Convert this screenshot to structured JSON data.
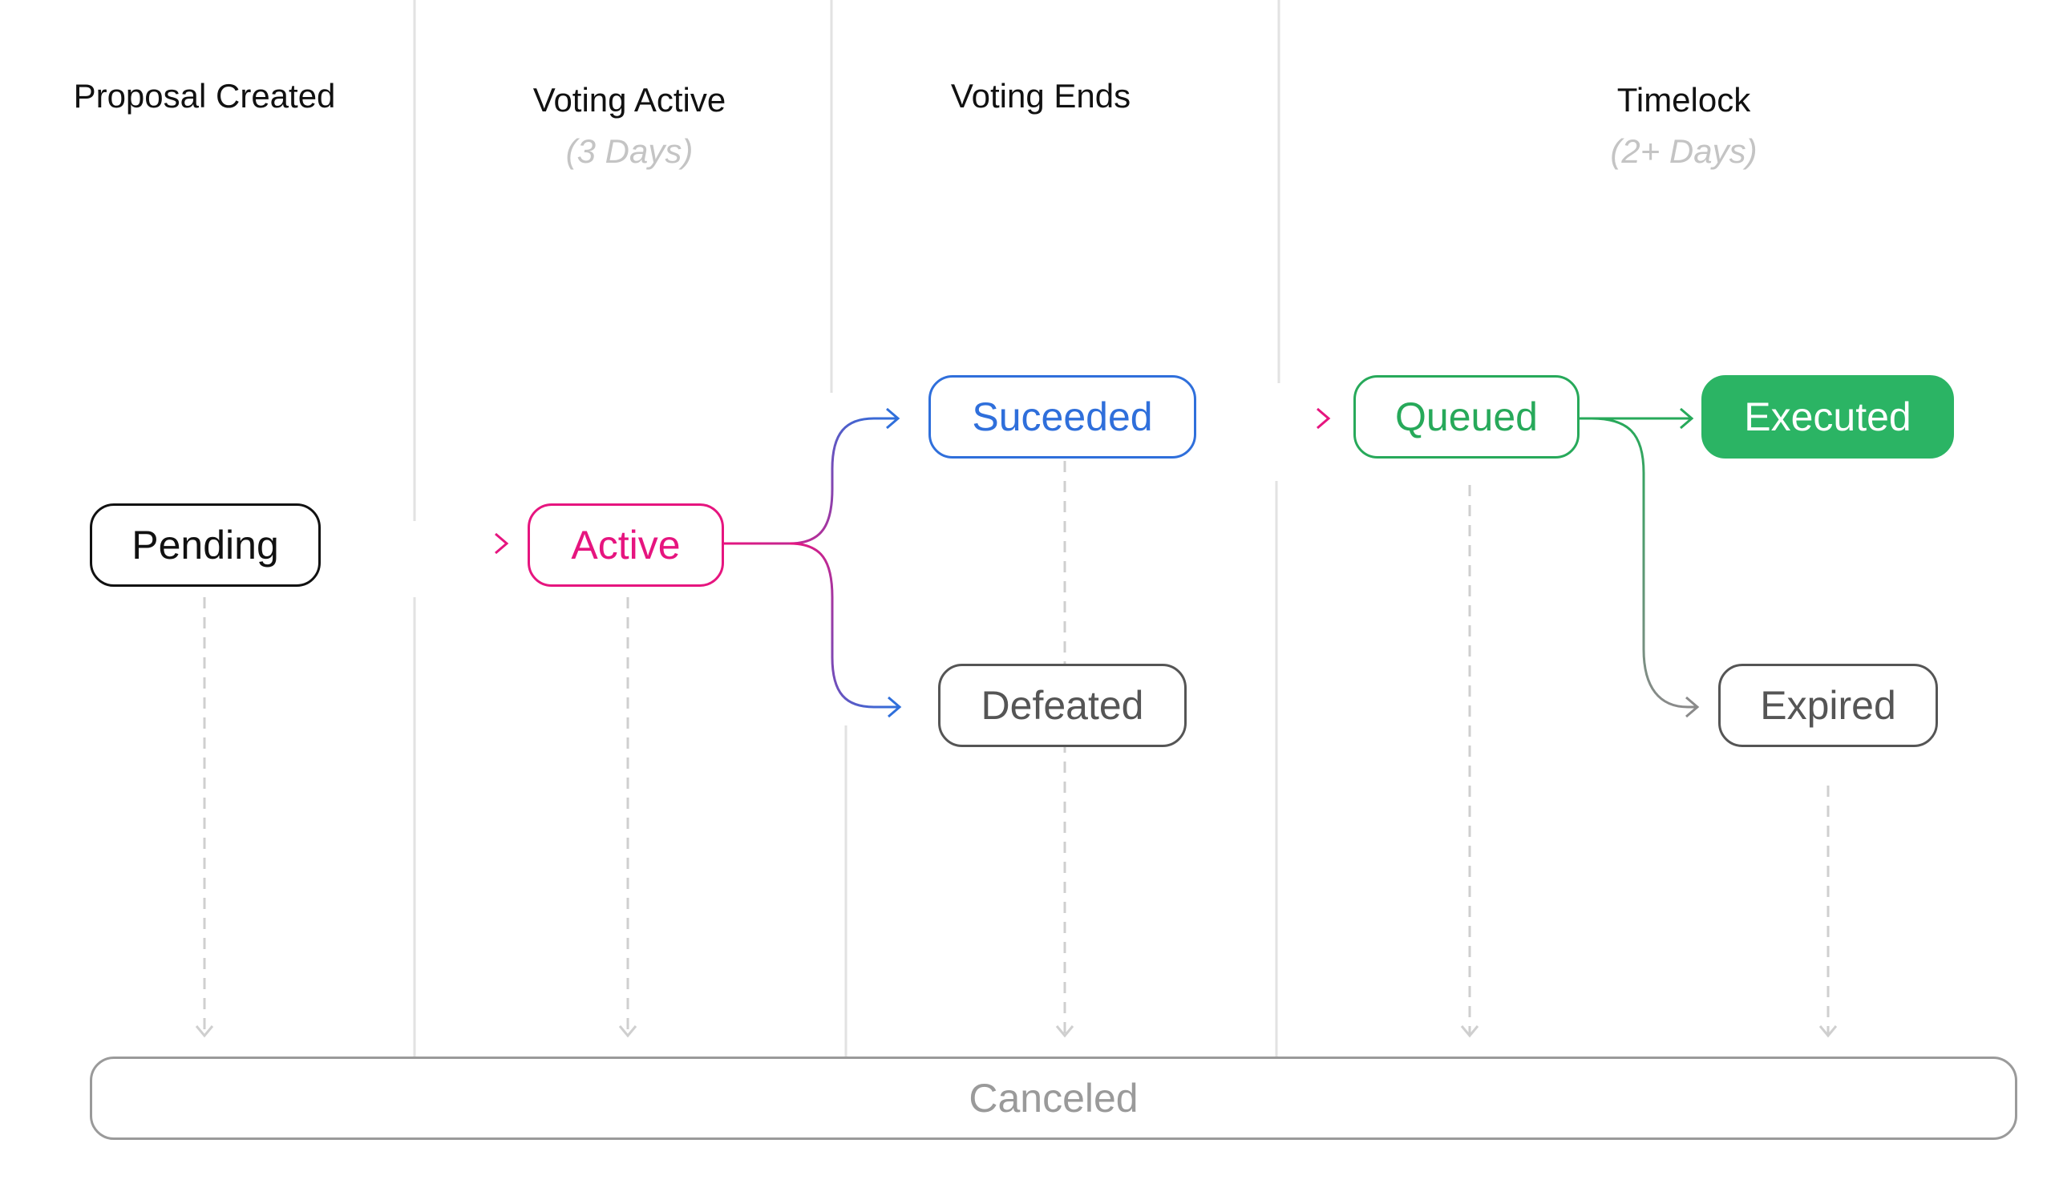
{
  "phases": [
    {
      "title": "Proposal Created",
      "subtitle": ""
    },
    {
      "title": "Voting Active",
      "subtitle": "(3 Days)"
    },
    {
      "title": "Voting Ends",
      "subtitle": ""
    },
    {
      "title": "Timelock",
      "subtitle": "(2+ Days)"
    }
  ],
  "states": {
    "pending": "Pending",
    "active": "Active",
    "succeeded": "Suceeded",
    "defeated": "Defeated",
    "queued": "Queued",
    "executed": "Executed",
    "expired": "Expired",
    "canceled": "Canceled"
  },
  "colors": {
    "pending": "#111111",
    "active": "#e6157f",
    "succeeded": "#2f6fdb",
    "queued": "#27a95a",
    "executed": "#2bb464",
    "muted": "#666666",
    "canceled": "#9a9a9a",
    "divider": "#e2e2e2"
  }
}
